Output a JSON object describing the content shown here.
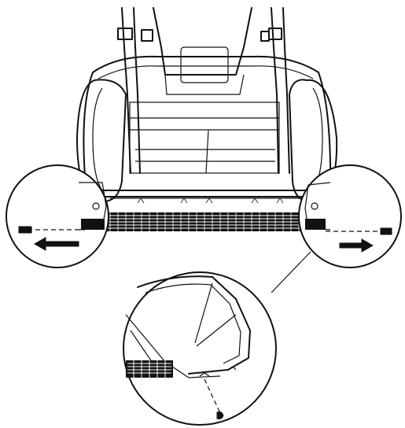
{
  "figure": {
    "subject": "mower-rear-view",
    "callouts": [
      "left-pin-removal",
      "right-pin-removal",
      "lower-detail-zoom"
    ],
    "arrows": [
      {
        "name": "arrow-left",
        "direction": "left"
      },
      {
        "name": "arrow-right",
        "direction": "right"
      }
    ],
    "colors": {
      "ink": "#111111",
      "background": "#ffffff"
    }
  }
}
